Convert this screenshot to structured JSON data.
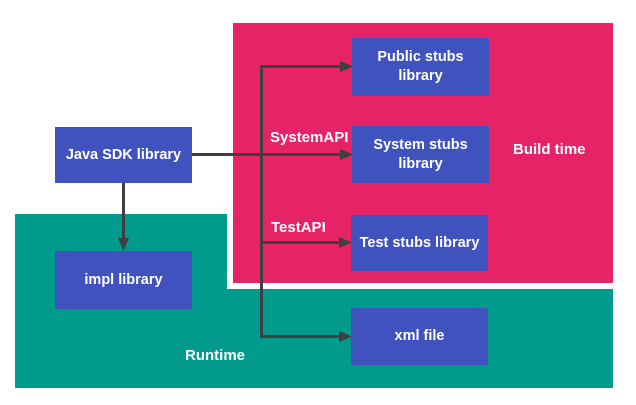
{
  "colors": {
    "canvas_bg": "#ffffff",
    "buildtime_fill": "#e62366",
    "runtime_fill": "#009b8d",
    "node_fill": "#4052be",
    "node_text": "#ffffff",
    "label_text": "#ffffff",
    "line_color": "#3d3f42"
  },
  "regions": {
    "build_time": {
      "label": "Build time"
    },
    "runtime": {
      "label": "Runtime"
    }
  },
  "nodes": {
    "java_sdk": {
      "label": "Java SDK library"
    },
    "public_stubs": {
      "label": "Public stubs library"
    },
    "system_stubs": {
      "label": "System stubs library"
    },
    "test_stubs": {
      "label": "Test stubs library"
    },
    "impl_library": {
      "label": "impl library"
    },
    "xml_file": {
      "label": "xml file"
    }
  },
  "edge_labels": {
    "system_api": "SystemAPI",
    "test_api": "TestAPI"
  }
}
